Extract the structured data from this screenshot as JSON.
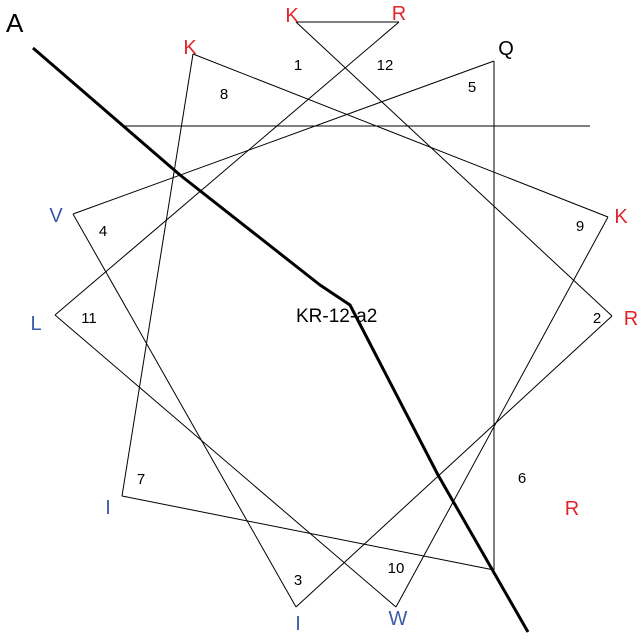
{
  "panel_label": "A",
  "peptide_name": "KR-12-a2",
  "colors": {
    "cationic": "#e0252b",
    "hydrophobic": "#3b5ba9",
    "neutral": "#000000",
    "line": "#000000"
  },
  "residues": [
    {
      "position": "1",
      "letter": "K",
      "class": "cationic"
    },
    {
      "position": "2",
      "letter": "R",
      "class": "cationic"
    },
    {
      "position": "3",
      "letter": "I",
      "class": "hydrophobic"
    },
    {
      "position": "4",
      "letter": "V",
      "class": "hydrophobic"
    },
    {
      "position": "5",
      "letter": "Q",
      "class": "neutral"
    },
    {
      "position": "6",
      "letter": "R",
      "class": "cationic"
    },
    {
      "position": "7",
      "letter": "I",
      "class": "hydrophobic"
    },
    {
      "position": "8",
      "letter": "K",
      "class": "cationic"
    },
    {
      "position": "9",
      "letter": "K",
      "class": "cationic"
    },
    {
      "position": "10",
      "letter": "W",
      "class": "hydrophobic"
    },
    {
      "position": "11",
      "letter": "L",
      "class": "hydrophobic"
    },
    {
      "position": "12",
      "letter": "R",
      "class": "cationic"
    }
  ]
}
